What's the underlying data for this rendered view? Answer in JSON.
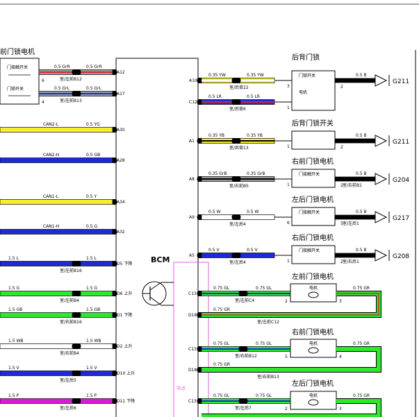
{
  "ecu": {
    "name": "BCM",
    "node_label": "节点"
  },
  "colors": {
    "yellow": "#f7ef2a",
    "blue": "#1f2ad6",
    "green": "#2ee82e",
    "white": "#ffffff",
    "violet": "#d31fd3",
    "black": "#000000",
    "gray": "#9a9a9a",
    "red": "#d62a2a",
    "lightblue": "#38a8e8",
    "magenta_frame": "#e060e0"
  },
  "left_device": {
    "title": "前门锁电机",
    "sw1": "门接触开关",
    "sw2": "门锁开关",
    "pin1": "6",
    "pin2": "4"
  },
  "left_wires": [
    {
      "pin": "A12",
      "spec_a": "0.5 GrR",
      "spec_b": "0.5 GrR",
      "conn": "室/左前B12",
      "c1": "gray",
      "c2": "red"
    },
    {
      "pin": "A17",
      "spec_a": "0.5 GrL",
      "spec_b": "0.5 GrL",
      "conn": "室/左前B13",
      "c1": "gray",
      "c2": "blue"
    },
    {
      "pin": "A30",
      "spec_a": "CAN2-L",
      "spec_b": "0.5 YG",
      "conn": "",
      "c1": "yellow",
      "c2": "yellow"
    },
    {
      "pin": "A28",
      "spec_a": "CAN2-H",
      "spec_b": "0.5 GB",
      "conn": "",
      "c1": "blue",
      "c2": "blue"
    },
    {
      "pin": "A34",
      "spec_a": "CAN1-L",
      "spec_b": "0.5 Y",
      "conn": "",
      "c1": "yellow",
      "c2": "yellow"
    },
    {
      "pin": "A32",
      "spec_a": "CAN1-H",
      "spec_b": "0.5 G",
      "conn": "",
      "c1": "blue",
      "c2": "blue"
    },
    {
      "pin": "D5 下降",
      "spec_a": "1.5 L",
      "spec_b": "1.5 L",
      "conn": "室/左前B16",
      "c1": "blue",
      "c2": "blue"
    },
    {
      "pin": "D6 上升",
      "spec_a": "1.5 G",
      "spec_b": "1.5 G",
      "conn": "室/左前B4",
      "c1": "green",
      "c2": "green"
    },
    {
      "pin": "D1 下降",
      "spec_a": "1.5 GB",
      "spec_b": "1.5 GB",
      "conn": "室/右前B16",
      "c1": "green",
      "c2": "green"
    },
    {
      "pin": "D2 上升",
      "spec_a": "1.5 WB",
      "spec_b": "1.5 WB",
      "conn": "室/右前B4",
      "c1": "white",
      "c2": "white"
    },
    {
      "pin": "D10 上升",
      "spec_a": "1.5 V",
      "spec_b": "1.5 V",
      "conn": "室/左后5",
      "c1": "blue",
      "c2": "blue"
    },
    {
      "pin": "D11 下降",
      "spec_a": "1.5 P",
      "spec_b": "1.5 P",
      "conn": "室/左后6",
      "c1": "violet",
      "c2": "violet"
    }
  ],
  "right_blocks": [
    {
      "title": "后背门锁",
      "rows": [
        {
          "pin": "A10",
          "spec_a": "0.35 YW",
          "spec_b": "0.35 YW",
          "conn": "室/后背22",
          "num": "3",
          "c1": "yellow",
          "c2": "white"
        },
        {
          "pin": "C12",
          "spec_a": "0.5 LR",
          "spec_b": "0.5 LR",
          "conn": "室/后背6",
          "num": "1",
          "c1": "blue",
          "c2": "red"
        }
      ],
      "inner": [
        "门锁开关",
        "电机"
      ],
      "out_num": "2",
      "out_spec": "0.5 B",
      "ground": "G211"
    },
    {
      "title": "后背门锁开关",
      "rows": [
        {
          "pin": "A1",
          "spec_a": "0.35 YB",
          "spec_b": "0.35 YB",
          "conn": "室/后背13",
          "num": "1",
          "c1": "yellow",
          "c2": "black"
        }
      ],
      "inner": [],
      "out_num": "2",
      "out_spec": "0.5 B",
      "ground": "G211"
    },
    {
      "title": "右前门锁电机",
      "rows": [
        {
          "pin": "A8",
          "spec_a": "0.35 GrB",
          "spec_b": "0.35 GrB",
          "conn": "室/右前B5",
          "num": "1",
          "c1": "gray",
          "c2": "black"
        }
      ],
      "inner": [
        "门接触开关"
      ],
      "out_num": "2",
      "out_spec": "0.5 B",
      "out_conn": "室/右前B1",
      "ground": "G204"
    },
    {
      "title": "左后门锁电机",
      "rows": [
        {
          "pin": "A9",
          "spec_a": "0.5 W",
          "spec_b": "0.5 W",
          "conn": "室/左后4",
          "num": "6",
          "c1": "white",
          "c2": "white"
        }
      ],
      "inner": [
        "门接触开关"
      ],
      "out_num": "5",
      "out_spec": "0.5 B",
      "out_conn": "室/左后1",
      "ground": "G217"
    },
    {
      "title": "右后门锁电机",
      "rows": [
        {
          "pin": "A5",
          "spec_a": "0.5 V",
          "spec_b": "0.5 V",
          "conn": "室/左后4",
          "num": "1",
          "c1": "blue",
          "c2": "blue"
        }
      ],
      "inner": [
        "门接触开关"
      ],
      "out_num": "2",
      "out_spec": "0.5 B",
      "out_conn": "室/右后1",
      "ground": "G208"
    }
  ],
  "motor_blocks": [
    {
      "title": "左前门锁电机",
      "pin1": "C13",
      "pin2": "D18",
      "spec1a": "0.75 GL",
      "spec1b": "0.75 GL",
      "conn1": "室/左前C4",
      "spec2": "0.75 GR",
      "conn2": "室/左前C12",
      "num1": "2",
      "num2": "3",
      "out_spec": "0.75 GR",
      "motor": "电机"
    },
    {
      "title": "右前门锁电机",
      "pin1": "C13",
      "pin2": "D18",
      "spec1a": "0.75 GL",
      "spec1b": "0.75 GL",
      "conn1": "室/右前B12",
      "spec2": "0.75 GR",
      "conn2": "室/右前B13",
      "num1": "5",
      "num2": "4",
      "out_spec": "0.75 GR",
      "motor": "电机"
    },
    {
      "title": "左后门锁电机",
      "pin1": "C13",
      "pin2": "",
      "spec1a": "0.75 GL",
      "spec1b": "0.75 GL",
      "conn1": "室/左后7",
      "spec2": "0.75 GR",
      "conn2": "",
      "num1": "2",
      "num2": "3",
      "out_spec": "0.75 GR",
      "motor": "电机"
    }
  ]
}
